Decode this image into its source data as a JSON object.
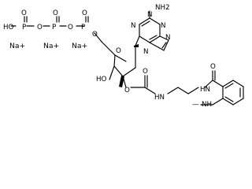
{
  "labels": {
    "amine_nh2": "NH2",
    "purine_n_top": "N",
    "purine_n_left": "N",
    "purine_n_right": "N",
    "purine_n_imidazole_top": "N",
    "purine_n_glycosidic": "N",
    "phosphate_oxygen_top_1": "O",
    "phosphate_oxygen_top_2": "O",
    "phosphate_oxygen_top_3": "O",
    "phosphate_p_1": "P",
    "phosphate_p_2": "P",
    "phosphate_p_3": "P",
    "ho": "HO",
    "phosphate_bridge_o_1": "O",
    "phosphate_bridge_o_2": "O",
    "phosphate_bridge_o_3": "O",
    "ring_oxygen": "O",
    "hydroxyl": "HO",
    "carbamate_o": "O",
    "carbamate_carbonyl_o": "O",
    "carbamate_nh": "HN",
    "amide_nh": "HN",
    "amide_carbonyl_o": "O",
    "n_methyl_nh": "NH",
    "n_methyl_prefix": "—"
  },
  "counterions": {
    "na_1": "Na+",
    "na_2": "Na+",
    "na_3": "Na+"
  }
}
